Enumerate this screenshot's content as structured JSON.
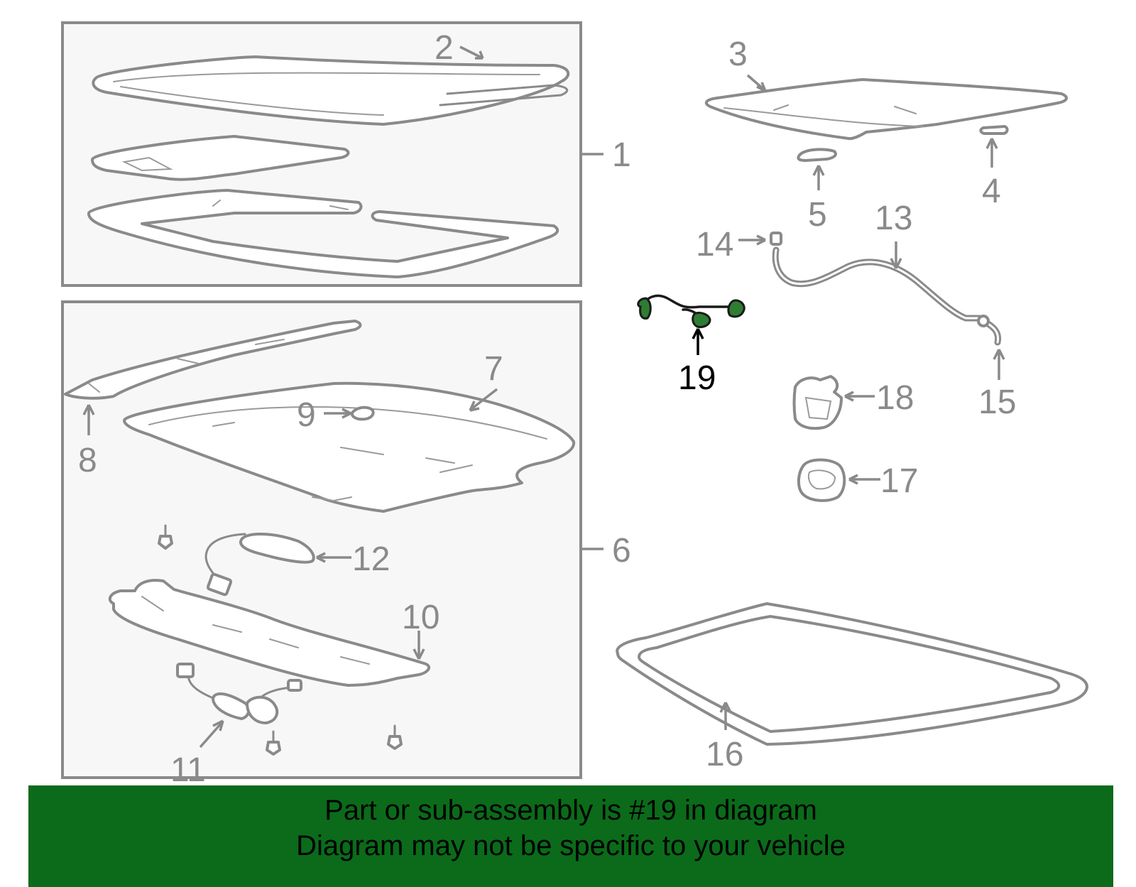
{
  "callouts": {
    "c1": "1",
    "c2": "2",
    "c3": "3",
    "c4": "4",
    "c5": "5",
    "c6": "6",
    "c7": "7",
    "c8": "8",
    "c9": "9",
    "c10": "10",
    "c11": "11",
    "c12": "12",
    "c13": "13",
    "c14": "14",
    "c15": "15",
    "c16": "16",
    "c17": "17",
    "c18": "18",
    "c19": "19"
  },
  "highlighted_part": "19",
  "colors": {
    "banner_bg": "#0b6b1a",
    "part_stroke": "#8a8a8a",
    "highlight": "#2e7d32"
  },
  "banner": {
    "line1": "Part or sub-assembly is #19 in diagram",
    "line2": "Diagram may not be specific to your vehicle"
  }
}
